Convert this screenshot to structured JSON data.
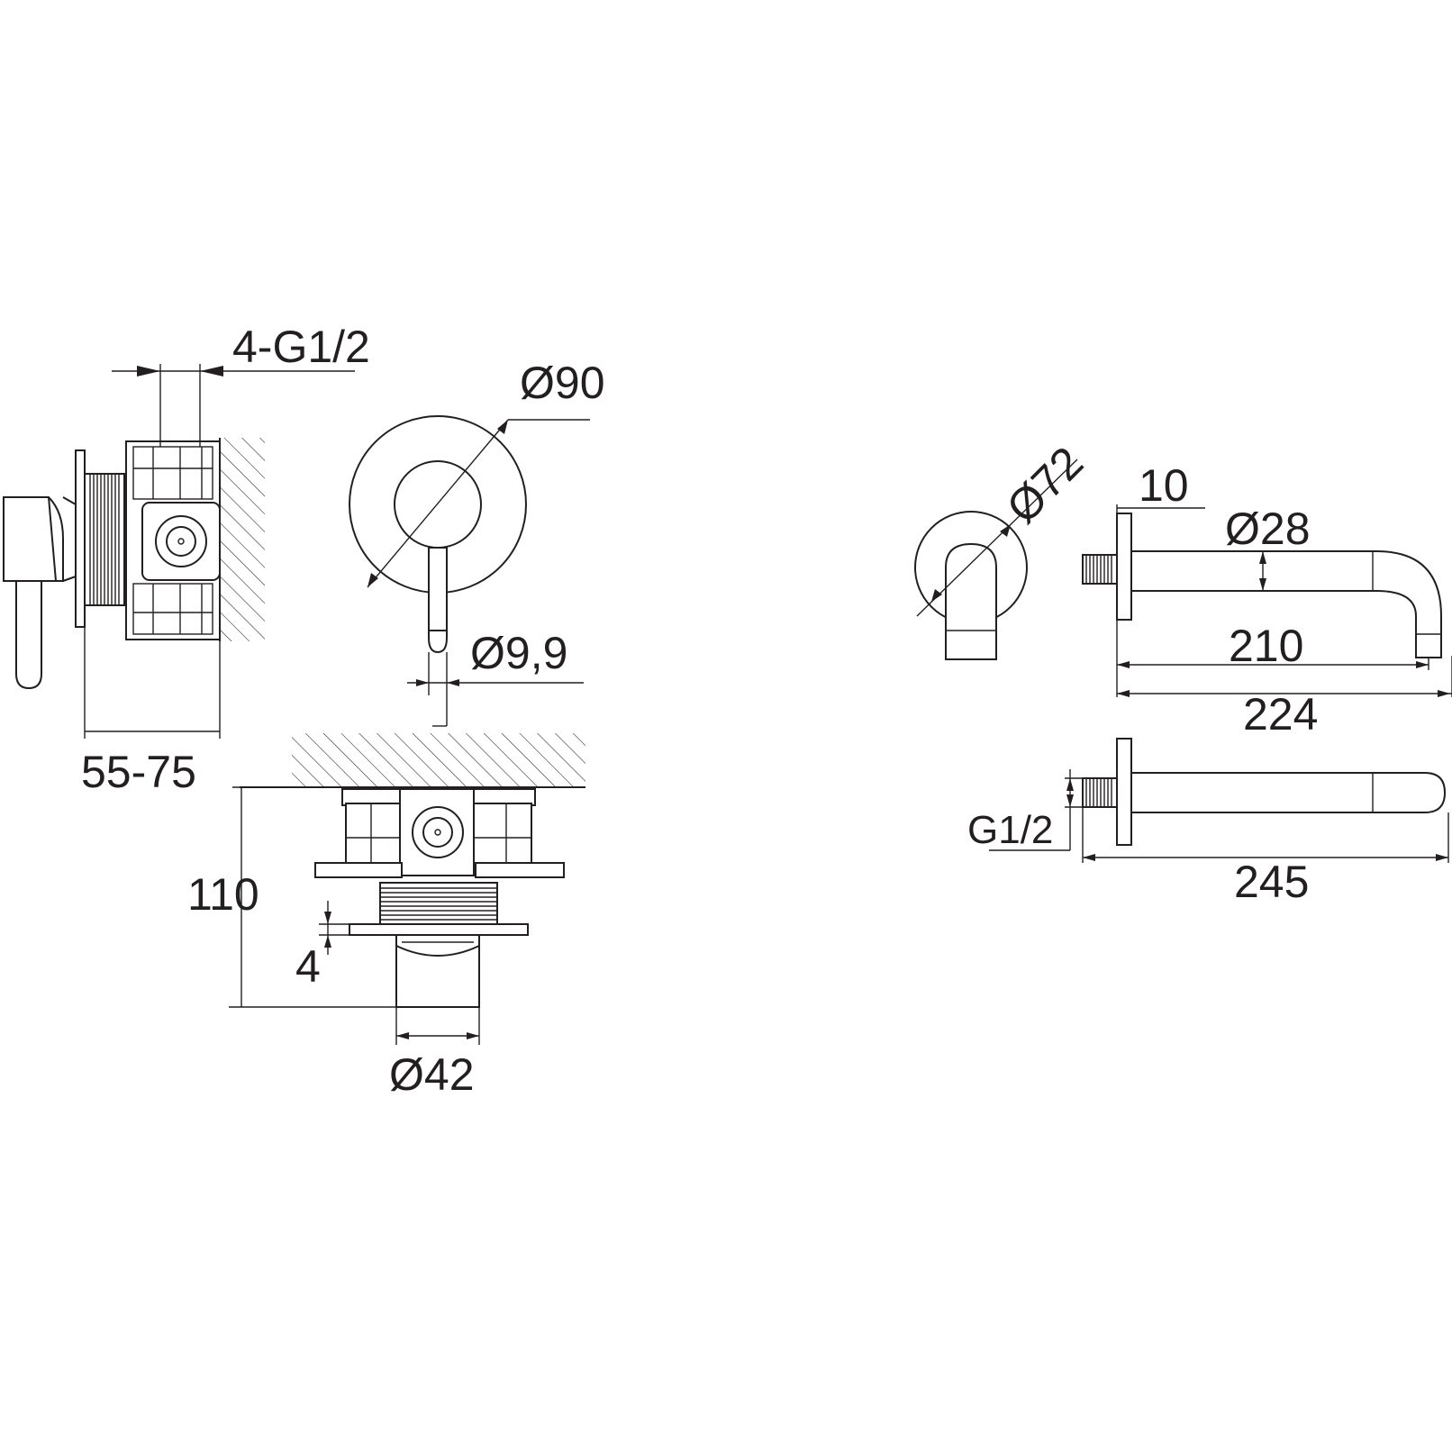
{
  "dimensions": {
    "thread_count": "4-G1/2",
    "plate_diameter": "Ø90",
    "handle_diameter": "Ø9,9",
    "wall_depth_range": "55-75",
    "body_height": "110",
    "plate_thickness": "4",
    "cartridge_diameter": "Ø42",
    "spout_plate_diameter": "Ø72",
    "spout_plate_thickness": "10",
    "spout_diameter": "Ø28",
    "spout_reach": "210",
    "spout_total_length": "224",
    "spout_thread": "G1/2",
    "spout_length_top_view": "245"
  }
}
